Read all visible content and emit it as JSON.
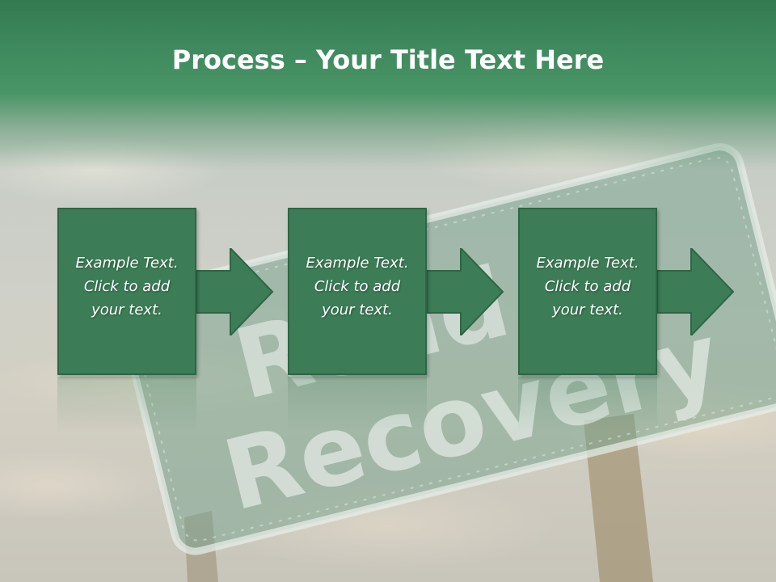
{
  "slide": {
    "title_bold": "Process",
    "title_rest": " – Your Title Text Here",
    "background_sign": {
      "line1": "Road To",
      "line2": "Recovery"
    },
    "steps": [
      {
        "text": "Example Text.\nClick  to add\nyour text."
      },
      {
        "text": "Example Text.\nClick  to add\nyour text."
      },
      {
        "text": "Example Text.\nClick  to add\nyour text."
      }
    ]
  },
  "colors": {
    "header_green": "#3f8a5e",
    "box_green": "#3c7d57",
    "box_border": "#2f6546",
    "text": "#ffffff"
  },
  "icons": [
    "arrow-right-icon"
  ]
}
